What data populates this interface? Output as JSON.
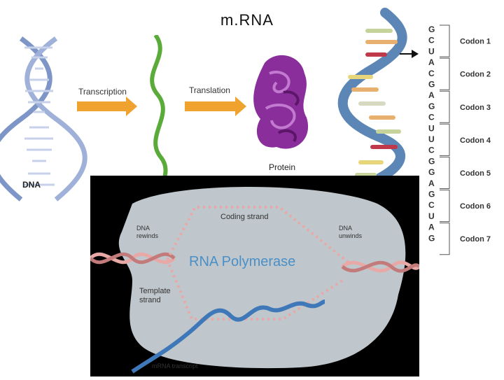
{
  "title": "m.RNA",
  "flow": {
    "dna_label": "DNA",
    "transcription_label": "Transcription",
    "translation_label": "Translation",
    "protein_label": "Protein"
  },
  "codon_panel": {
    "bases": [
      "G",
      "C",
      "U",
      "A",
      "C",
      "G",
      "A",
      "G",
      "C",
      "U",
      "U",
      "C",
      "G",
      "G",
      "A",
      "G",
      "C",
      "U",
      "A",
      "G"
    ],
    "codons": [
      "Codon 1",
      "Codon 2",
      "Codon 3",
      "Codon 4",
      "Codon 5",
      "Codon 6",
      "Codon 7"
    ]
  },
  "polymerase": {
    "enzyme_label": "RNA Polymerase",
    "coding_strand_label": "Coding strand",
    "template_strand_label": "Template strand",
    "dna_rewinds_label": "DNA rewinds",
    "dna_unwinds_label": "DNA unwinds",
    "mrna_label": "mRNA transcript"
  },
  "colors": {
    "dna_blue": "#7e95c7",
    "mrna_green": "#5aab3a",
    "arrow_orange": "#f0a22e",
    "protein_purple": "#8a2e9c",
    "helix_backbone": "#5b86b5",
    "polymerase_gray": "#bfc7cc",
    "strand_pink": "#e8a9a6"
  }
}
